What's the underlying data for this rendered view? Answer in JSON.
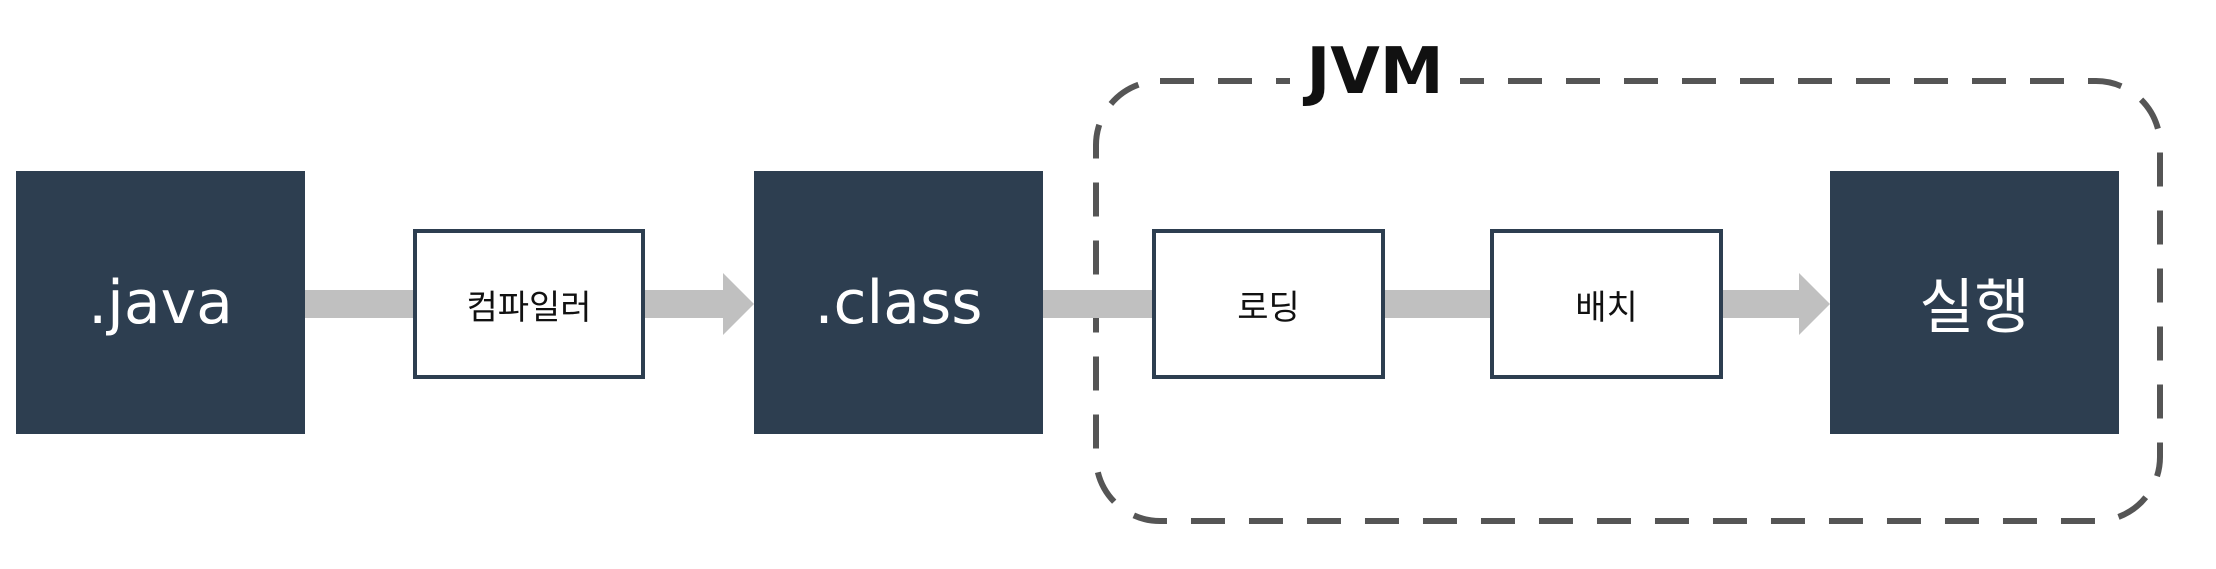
{
  "diagram": {
    "jvm_label": "JVM",
    "nodes": {
      "java": ".java",
      "compiler": "컴파일러",
      "class": ".class",
      "loading": "로딩",
      "link": "배치",
      "run": "실행"
    },
    "colors": {
      "dark_box": "#2d3e50",
      "arrow": "#c0c0c0",
      "frame": "#555555"
    }
  }
}
